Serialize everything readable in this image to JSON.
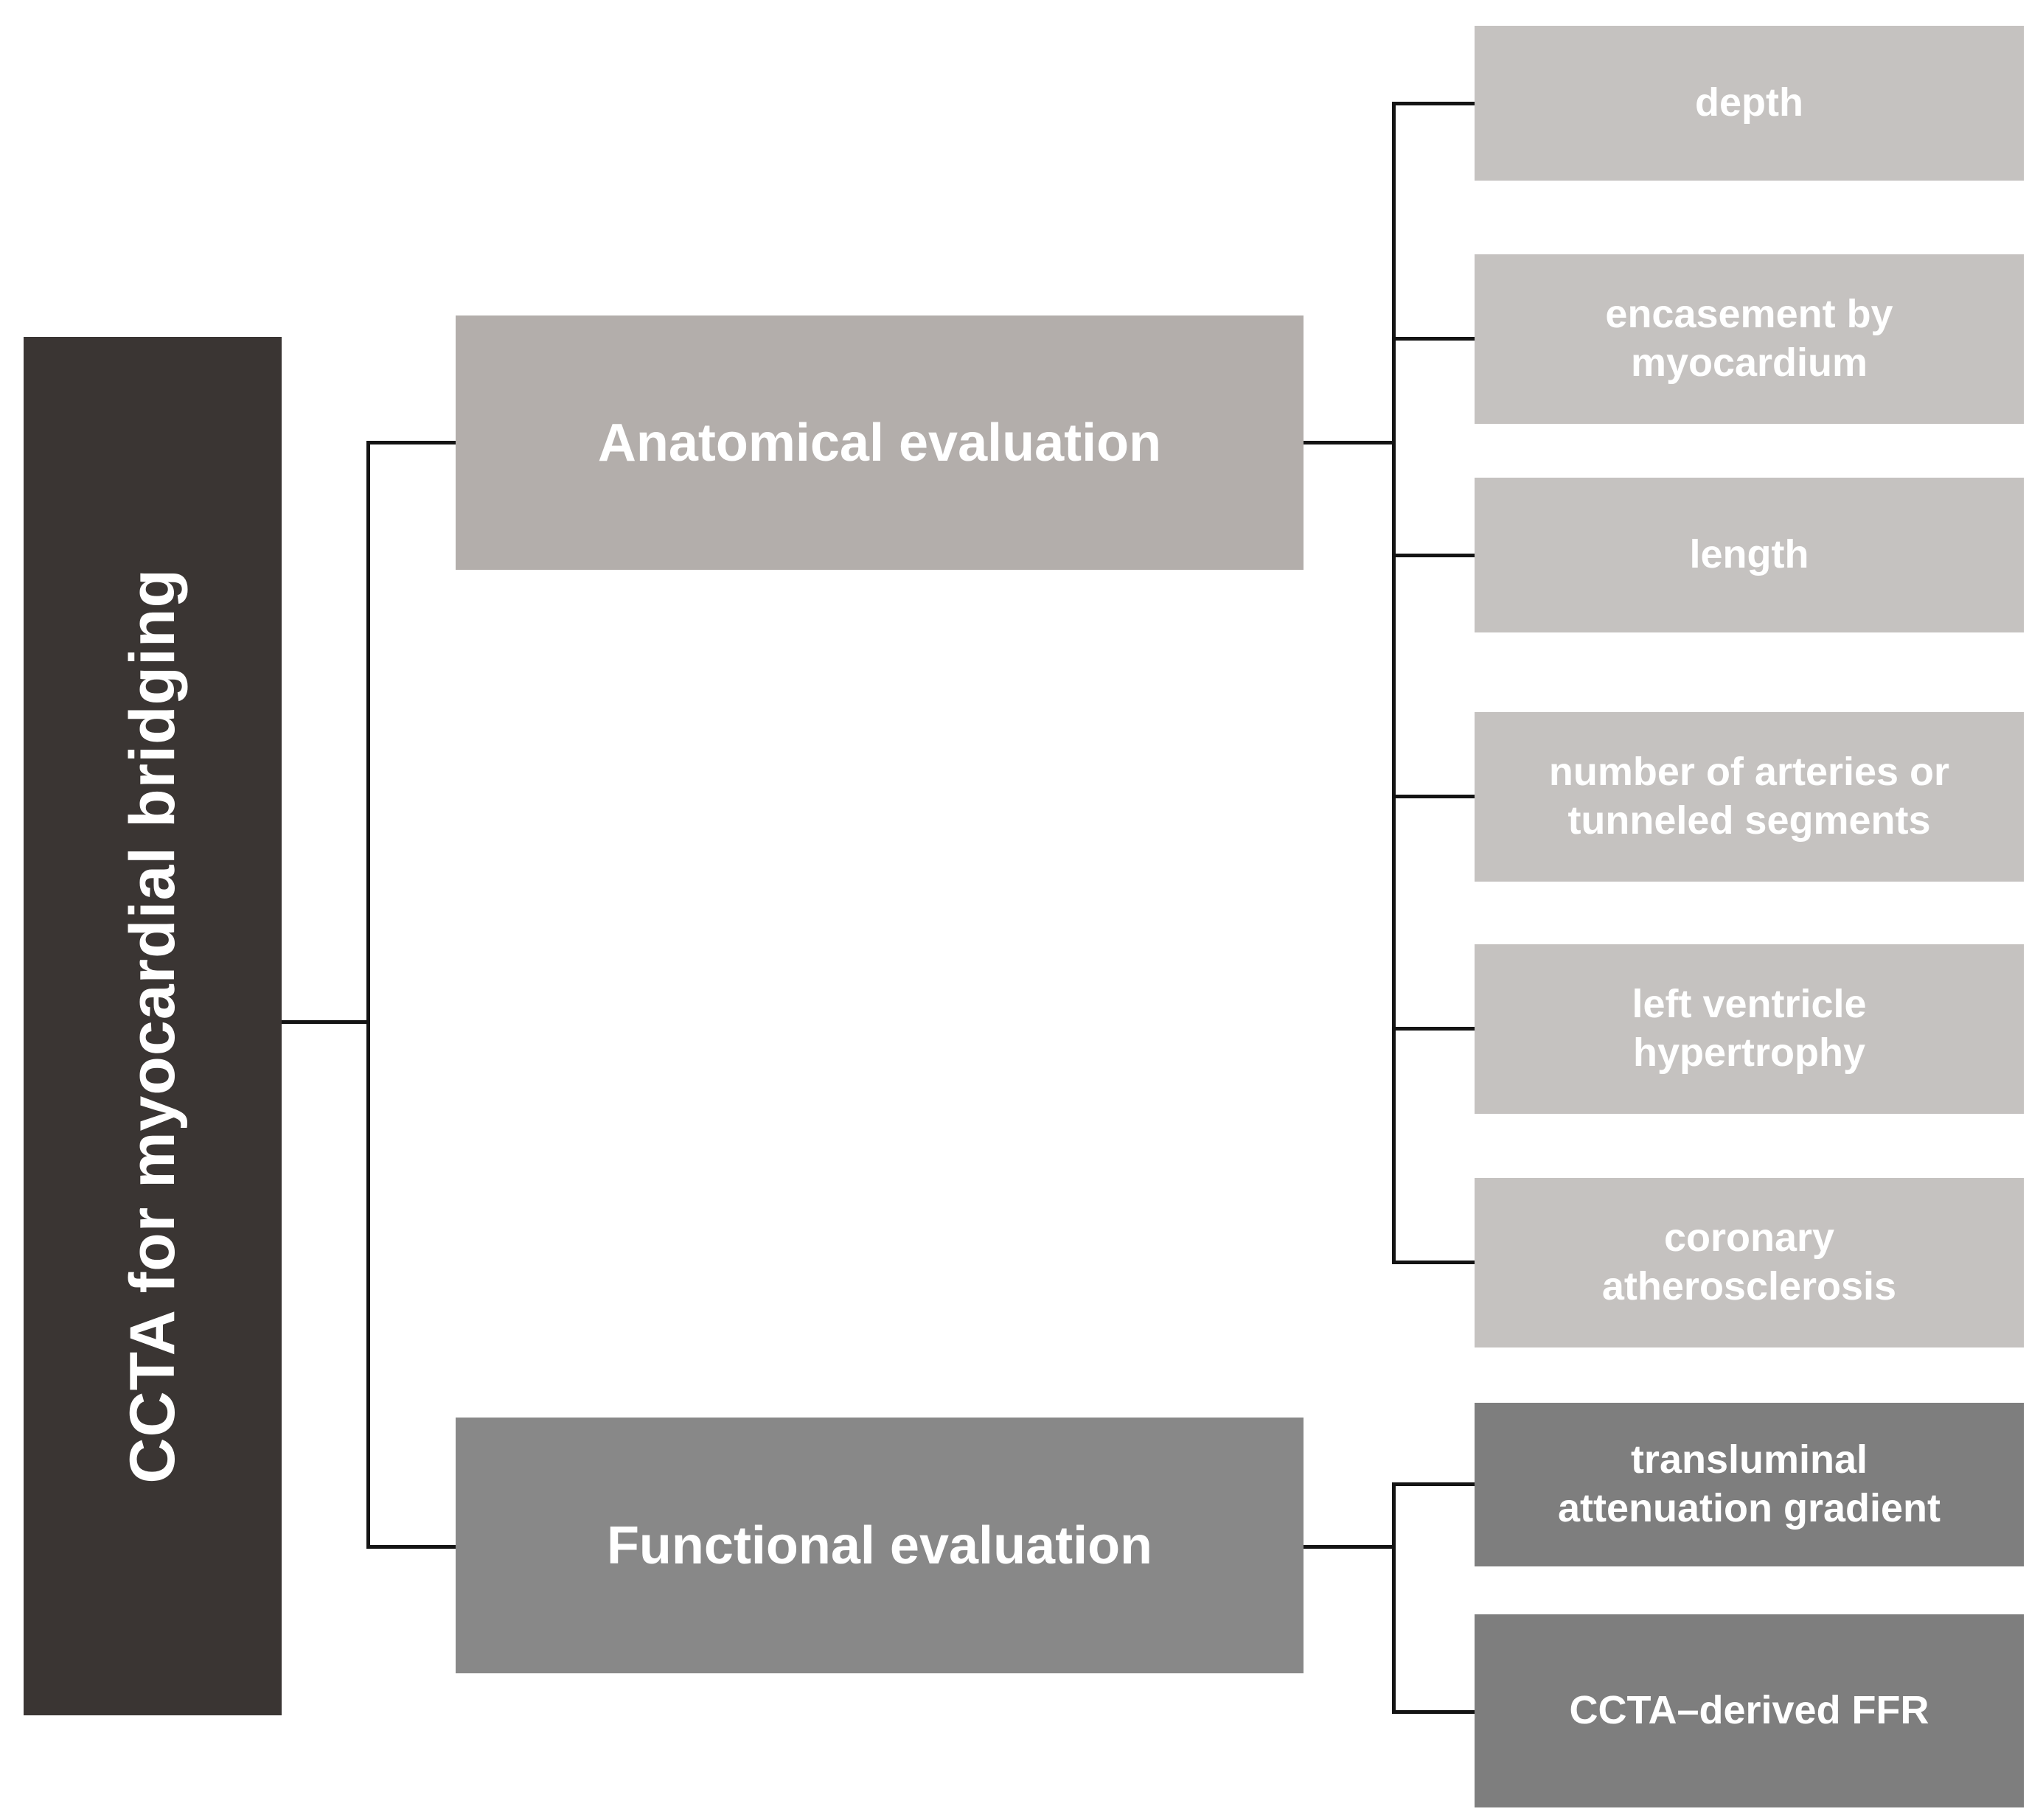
{
  "colors": {
    "root_bg": "#3a3533",
    "anatomical_bg": "#b3aeab",
    "anatomical_leaf_bg": "#c5c2c0",
    "functional_bg": "#888888",
    "functional_leaf_bg": "#7e7e7e",
    "connector": "#141414",
    "text": "#ffffff"
  },
  "root": {
    "label": "CCTA for myocardial bridging"
  },
  "branches": {
    "anatomical": {
      "label": "Anatomical evaluation",
      "children": [
        "depth",
        "encasement by\nmyocardium",
        "length",
        "number of arteries or\ntunneled segments",
        "left ventricle\nhypertrophy",
        "coronary\natherosclerosis"
      ]
    },
    "functional": {
      "label": "Functional evaluation",
      "children": [
        "transluminal\nattenuation gradient",
        "CCTA–derived FFR"
      ]
    }
  }
}
